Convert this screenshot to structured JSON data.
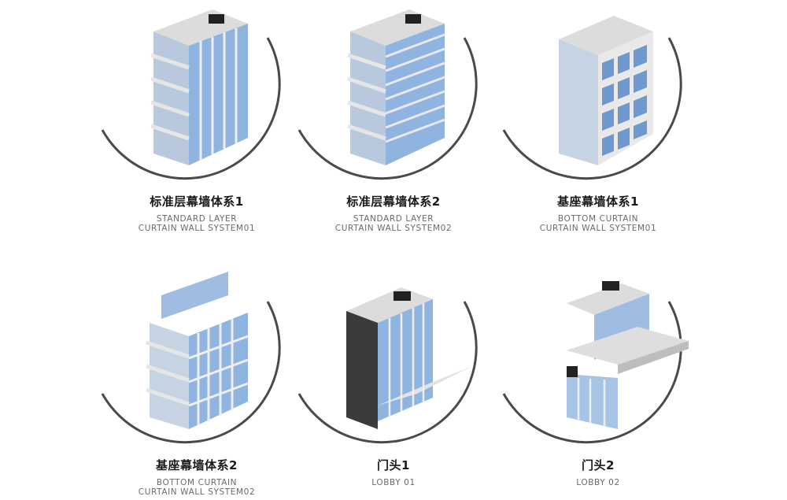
{
  "colors": {
    "arc": "#4a4a4a",
    "glass": "#8fb4df",
    "glass_dark": "#5d86bb",
    "slab": "#d9d9d9",
    "frame": "#ededed",
    "dark": "#2a2a2a"
  },
  "panels": [
    {
      "title": "标准层幕墙体系1",
      "sub1": "STANDARD LAYER",
      "sub2": "CURTAIN WALL SYSTEM01"
    },
    {
      "title": "标准层幕墙体系2",
      "sub1": "STANDARD LAYER",
      "sub2": "CURTAIN WALL SYSTEM02"
    },
    {
      "title": "基座幕墙体系1",
      "sub1": "BOTTOM CURTAIN",
      "sub2": "CURTAIN WALL SYSTEM01"
    },
    {
      "title": "基座幕墙体系2",
      "sub1": "BOTTOM CURTAIN",
      "sub2": "CURTAIN WALL SYSTEM02"
    },
    {
      "title": "门头1",
      "sub1": "LOBBY 01",
      "sub2": ""
    },
    {
      "title": "门头2",
      "sub1": "LOBBY 02",
      "sub2": ""
    }
  ]
}
